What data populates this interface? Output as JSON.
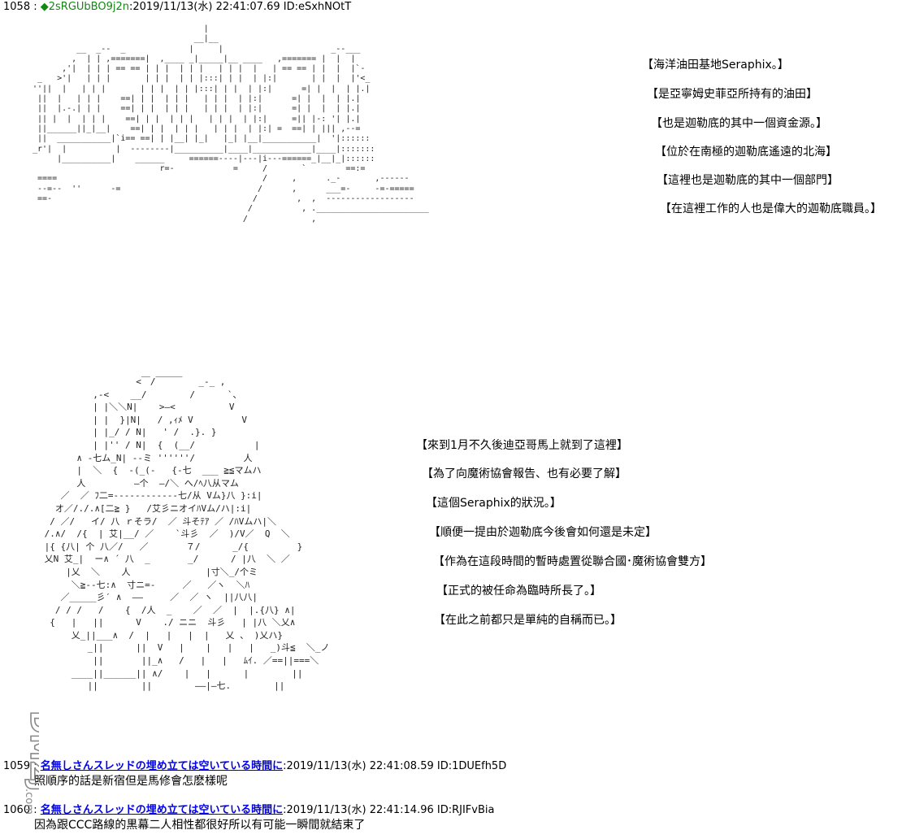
{
  "post1": {
    "number": "1058",
    "separator": " : ",
    "trip": "◆2sRGUbBO9j2n",
    "meta": ":2019/11/13(水) 22:41:07.69 ID:eSxhNOtT"
  },
  "captions_top": [
    "【海洋油田基地Seraphix。】",
    "【是亞寧姆史菲亞所持有的油田】",
    "【也是迦勒底的其中一個資金源。】",
    "【位於在南極的迦勒底遙遠的北海】",
    "【這裡也是迦勒底的其中一個部門】",
    "【在這裡工作的人也是偉大的迦勒底職員。】"
  ],
  "captions_bottom": [
    "【來到1月不久後迪亞哥馬上就到了這裡】",
    "【為了向魔術協會報告、也有必要了解】",
    "【這個Seraphix的狀況。】",
    "【順便一提由於迦勒底今後會如何還是未定】",
    "【作為在這段時間的暫時處置從聯合國･魔術協會雙方】",
    "【正式的被任命為臨時所長了。】",
    "【在此之前都只是單純的自稱而已。】"
  ],
  "post2": {
    "number": "1059",
    "name": "名無しさんスレッドの埋め立ては空いている時間に",
    "meta": ":2019/11/13(水) 22:41:08.59 ID:1DUEfh5D",
    "body": "照順序的話是新宿但是馬修會怎麽樣呢"
  },
  "post3": {
    "number": "1060",
    "name": "名無しさんスレッドの埋め立ては空いている時間に",
    "meta": ":2019/11/13(水) 22:41:14.96 ID:RJIFvBia",
    "body": "因為跟CCC路線的黒幕二人相性都很好所以有可能一瞬間就結束了"
  },
  "watermark": {
    "text": "DMZJ",
    "domain": ".com",
    "color": "#8a8a8a"
  },
  "colors": {
    "trip": "#118811",
    "name_link": "#0000ee"
  }
}
